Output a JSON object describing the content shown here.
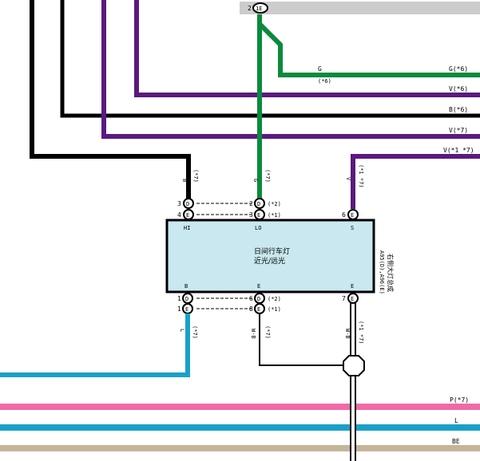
{
  "colors": {
    "black": "#000000",
    "purple": "#5a1a80",
    "green": "#0a8a3c",
    "cyan": "#1aa0c8",
    "pink": "#f06aa8",
    "beige": "#c4b49a",
    "module_fill": "#c9e8f0",
    "header_gray": "#cccccc"
  },
  "top_connector": {
    "pin": "2",
    "code": "1E"
  },
  "wires": {
    "g_right": {
      "label": "G",
      "suffix": "(*6)",
      "note": "(*6)",
      "end_label": "G(*6)"
    },
    "v1_right": {
      "label": "V(*6)"
    },
    "b_right": {
      "label": "B(*6)"
    },
    "v2_right": {
      "label": "V(*7)"
    },
    "v3_right": {
      "label": "V(*1 *7)"
    },
    "p_bottom": {
      "label": "P(*7)"
    },
    "l_bottom": {
      "label": "L"
    },
    "be_bottom": {
      "label": "BE"
    }
  },
  "vertical_labels": {
    "b_top": {
      "color": "B",
      "note": "(*7)"
    },
    "g_top": {
      "color": "G",
      "note": "(*7)"
    },
    "v_top": {
      "color": "V",
      "note": "(*1 *7)"
    },
    "l_bot": {
      "color": "L",
      "note": "(*7)"
    },
    "wb_bot": {
      "color": "W-B",
      "note": "(*7)"
    },
    "e_bot": {
      "color": "W-B",
      "note": "(*1 *7)"
    }
  },
  "connectors_top": [
    {
      "pin": "3",
      "code": "D"
    },
    {
      "pin": "4",
      "code": "E"
    },
    {
      "pin": "2",
      "code": "D",
      "note": "(*2)"
    },
    {
      "pin": "3",
      "code": "E",
      "note": "(*1)"
    },
    {
      "pin": "6",
      "code": "E"
    }
  ],
  "connectors_bottom": [
    {
      "pin": "1",
      "code": "D"
    },
    {
      "pin": "1",
      "code": "E"
    },
    {
      "pin": "6",
      "code": "D",
      "note": "(*2)"
    },
    {
      "pin": "8",
      "code": "E",
      "note": "(*1)"
    },
    {
      "pin": "7",
      "code": "E"
    }
  ],
  "module": {
    "title": "日间行车灯",
    "subtitle": "近光/远光",
    "pins_top": [
      "HI",
      "LO",
      "S"
    ],
    "pins_bottom": [
      "B",
      "E",
      "E"
    ],
    "side_ref": "A95(D),A96(E)",
    "side_name": "右侧大灯总成"
  }
}
